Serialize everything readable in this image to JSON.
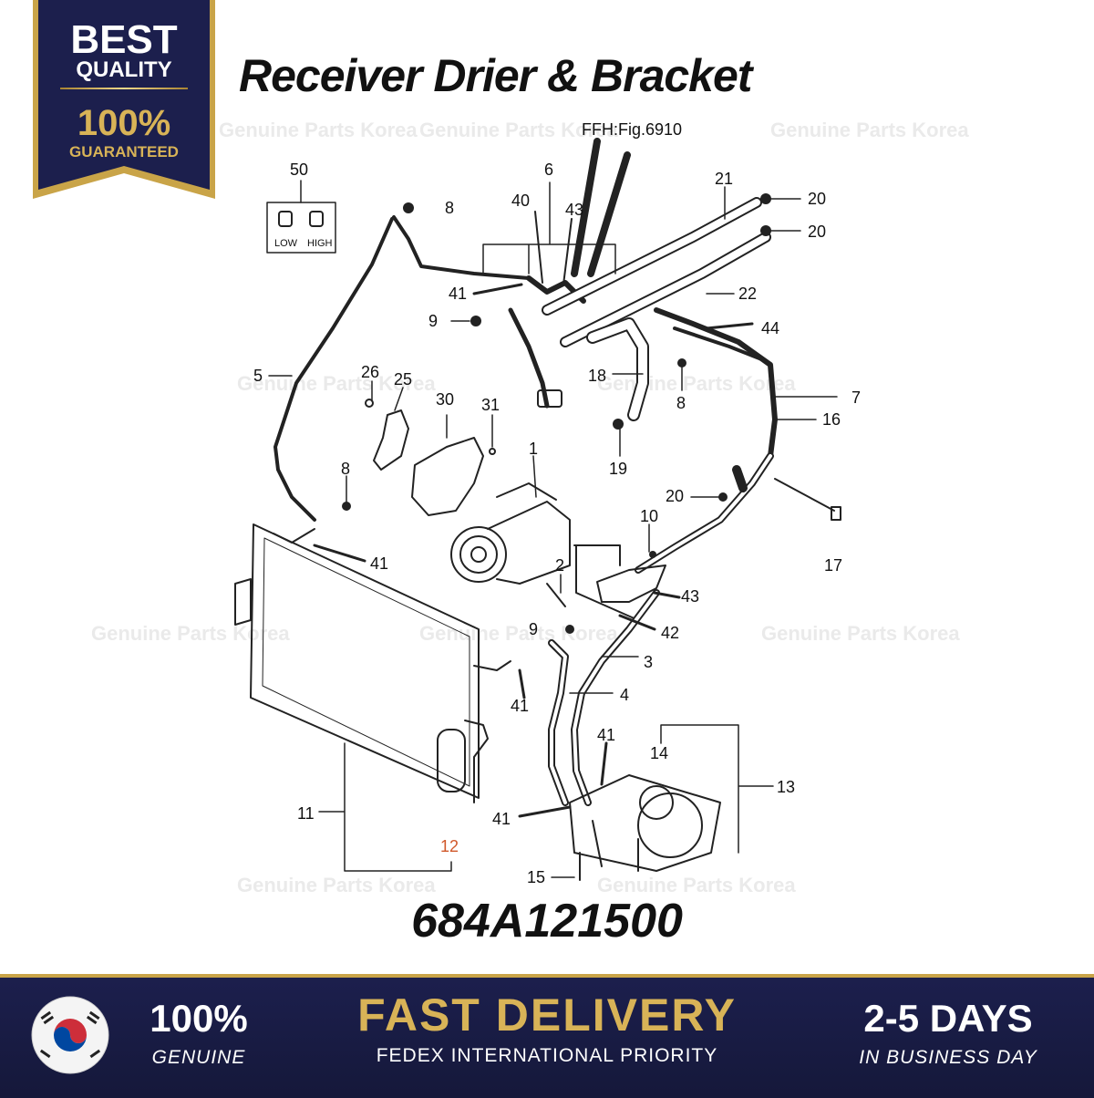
{
  "badge": {
    "line1": "BEST",
    "line2": "QUALITY",
    "line3": "100%",
    "line4": "GUARANTEED"
  },
  "title": "Receiver Drier & Bracket",
  "figure_ref": "FFH:Fig.6910",
  "part_number": "684A121500",
  "watermark": "Genuine Parts Korea",
  "callouts": {
    "c50": "50",
    "c8a": "8",
    "c6": "6",
    "c40": "40",
    "c43a": "43",
    "c21": "21",
    "c20a": "20",
    "c20b": "20",
    "c22": "22",
    "c41a": "41",
    "c9a": "9",
    "c44": "44",
    "c5": "5",
    "c26": "26",
    "c25": "25",
    "c18": "18",
    "c8b": "8",
    "c7": "7",
    "c16": "16",
    "c30": "30",
    "c31": "31",
    "c19": "19",
    "c1": "1",
    "c8c": "8",
    "c20c": "20",
    "c41b": "41",
    "c10": "10",
    "c17": "17",
    "c2": "2",
    "c43b": "43",
    "c9b": "9",
    "c42": "42",
    "c3": "3",
    "c41c": "41",
    "c4": "4",
    "c41d": "41",
    "c14": "14",
    "c13": "13",
    "c11": "11",
    "c41e": "41",
    "c12": "12",
    "c15": "15"
  },
  "service_port_labels": {
    "low": "LOW",
    "high": "HIGH"
  },
  "banner": {
    "genuine_pct": "100%",
    "genuine_label": "GENUINE",
    "delivery_title": "FAST DELIVERY",
    "delivery_sub": "FEDEX INTERNATIONAL PRIORITY",
    "days_title": "2-5 DAYS",
    "days_sub": "IN BUSINESS DAY"
  },
  "colors": {
    "navy": "#1c1f4d",
    "gold": "#c9a448",
    "highlight": "#d0582a"
  }
}
